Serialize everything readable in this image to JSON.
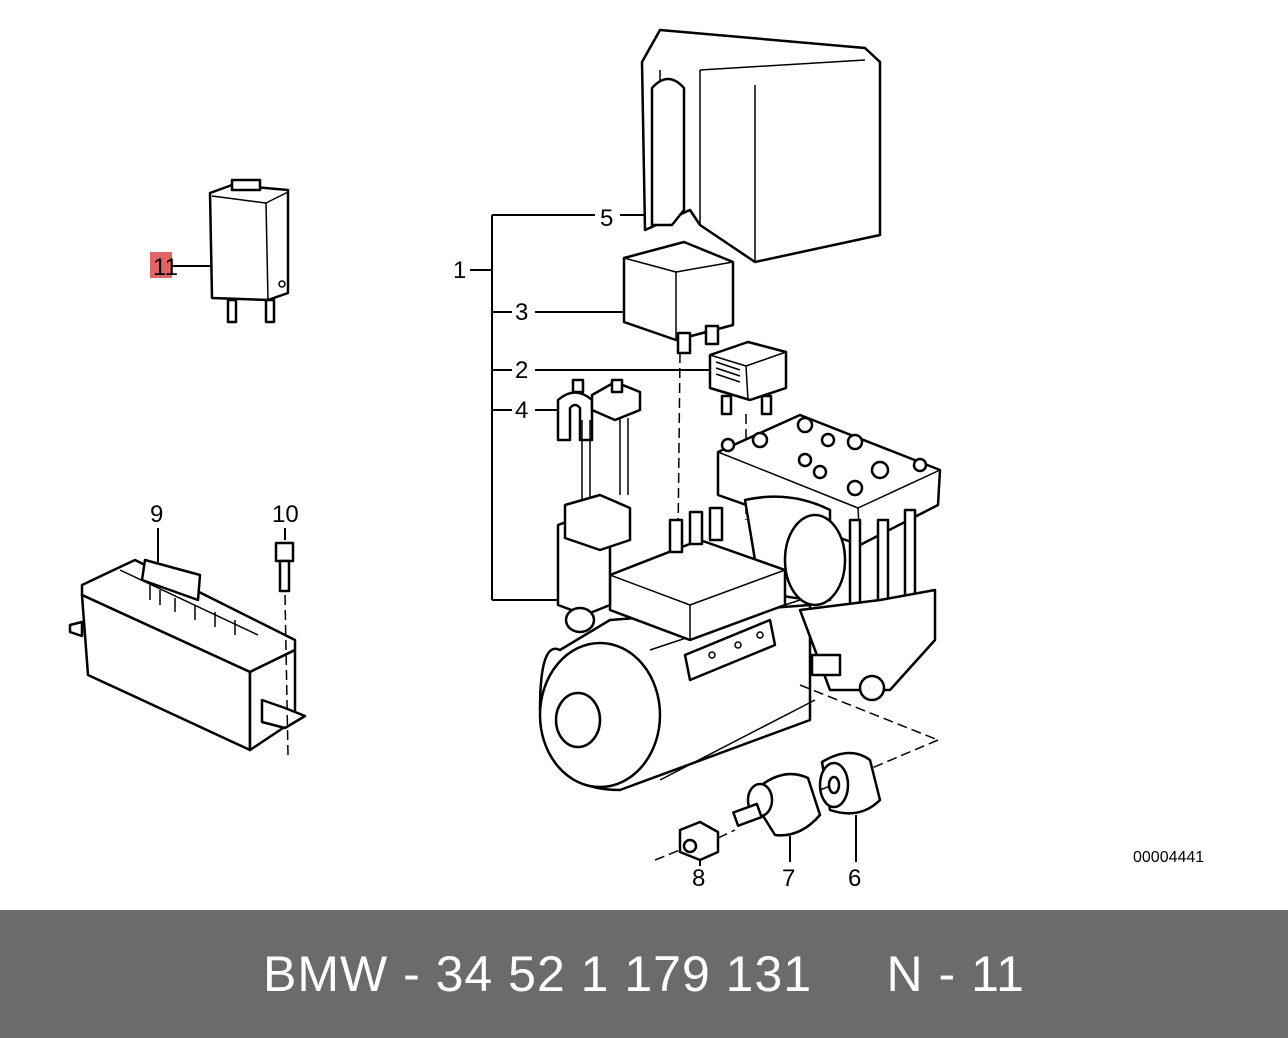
{
  "diagram": {
    "callouts": [
      {
        "id": "11",
        "label": "11",
        "highlighted": true
      },
      {
        "id": "1",
        "label": "1"
      },
      {
        "id": "2",
        "label": "2"
      },
      {
        "id": "3",
        "label": "3"
      },
      {
        "id": "4",
        "label": "4"
      },
      {
        "id": "5",
        "label": "5"
      },
      {
        "id": "6",
        "label": "6"
      },
      {
        "id": "7",
        "label": "7"
      },
      {
        "id": "8",
        "label": "8"
      },
      {
        "id": "9",
        "label": "9"
      },
      {
        "id": "10",
        "label": "10"
      }
    ],
    "diagram_code": "00004441",
    "highlight_color": "#e06666"
  },
  "footer": {
    "text": "BMW - 34 52 1 179 131     N - 11",
    "background_color": "#6b6b6b",
    "text_color": "#ffffff"
  }
}
